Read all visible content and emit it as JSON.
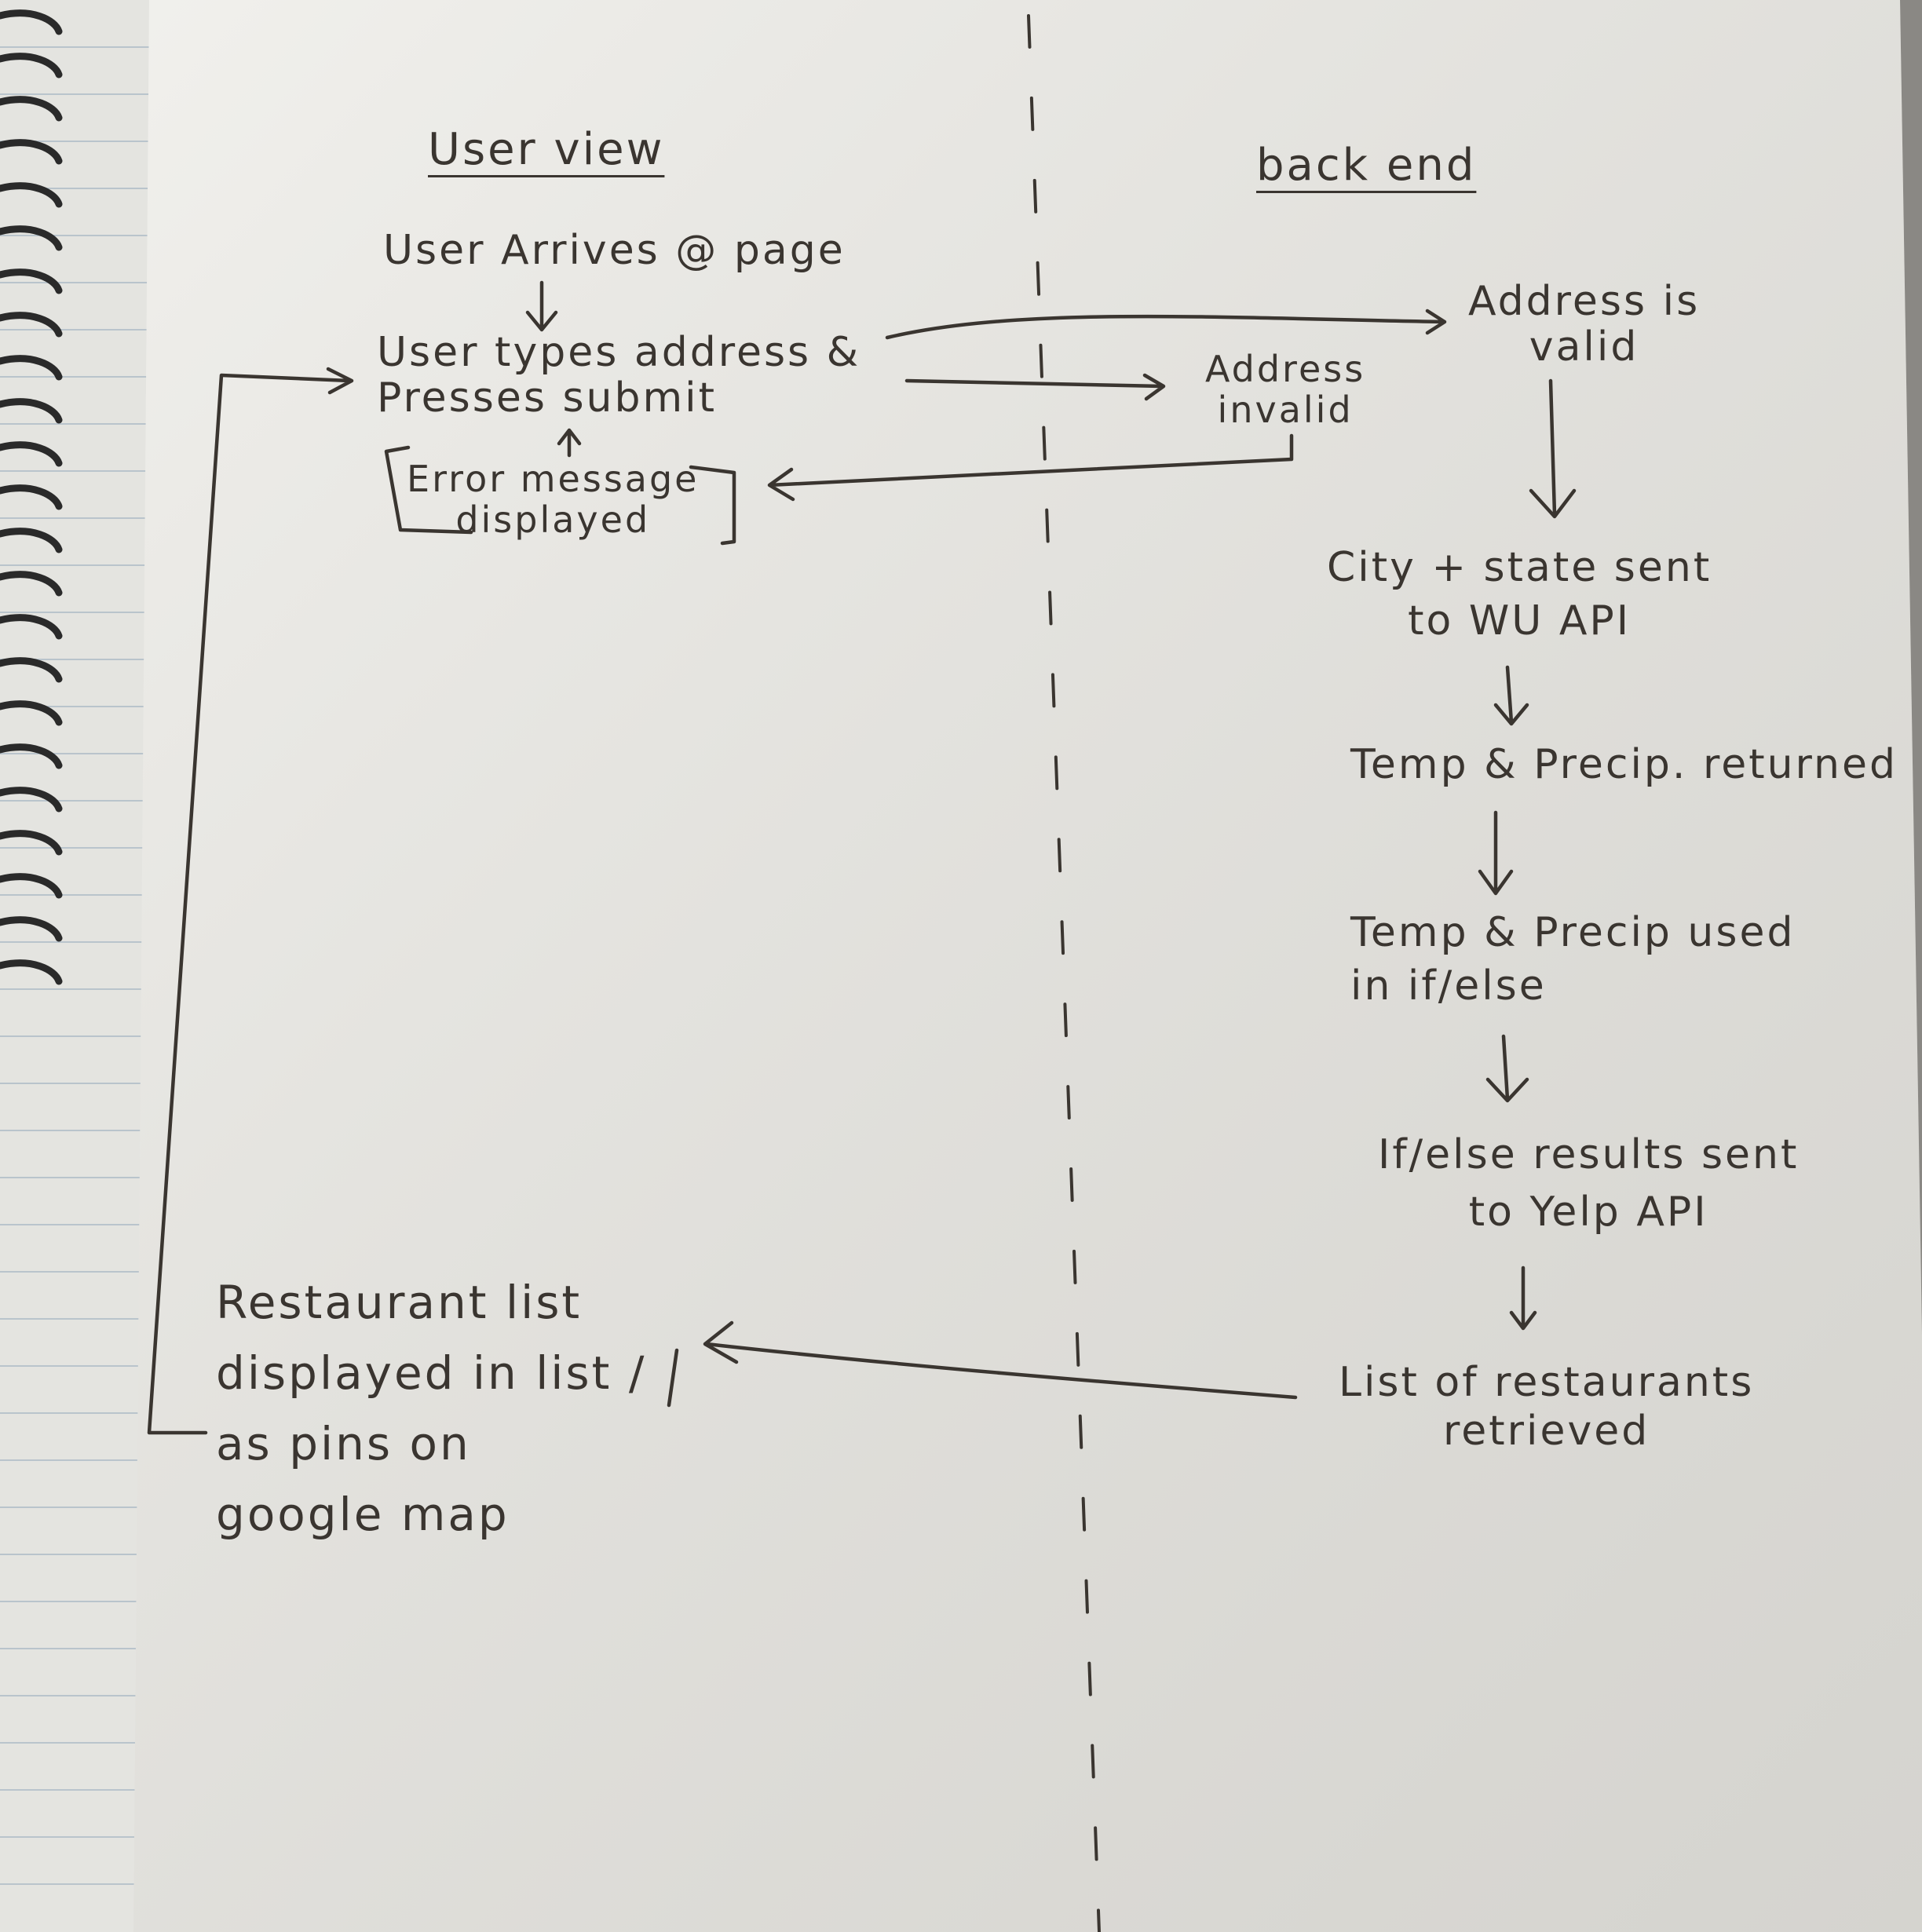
{
  "lanes": {
    "left_header": "User view",
    "right_header": "back end"
  },
  "user_view": {
    "arrives": "User Arrives @ page",
    "types_address": "User types address &\nPresses submit",
    "error_message": "Error message\ndisplayed",
    "restaurant_list": "Restaurant list\ndisplayed in list /\nas pins on\ngoogle map"
  },
  "back_end": {
    "address_valid": "Address is\nvalid",
    "address_invalid": "Address\ninvalid",
    "city_state": "City + state sent\nto WU API",
    "temp_returned": "Temp & Precip. returned",
    "temp_used": "Temp & Precip used\nin if/else",
    "ifelse_sent": "If/else results sent\nto Yelp API",
    "list_retrieved": "List of restaurants\nretrieved"
  },
  "colors": {
    "paper": "#ecebe6",
    "ink": "#3a3530",
    "rule_line": "#b9c4cc",
    "spiral": "#2a2a2a",
    "desk": "#8a8884"
  }
}
